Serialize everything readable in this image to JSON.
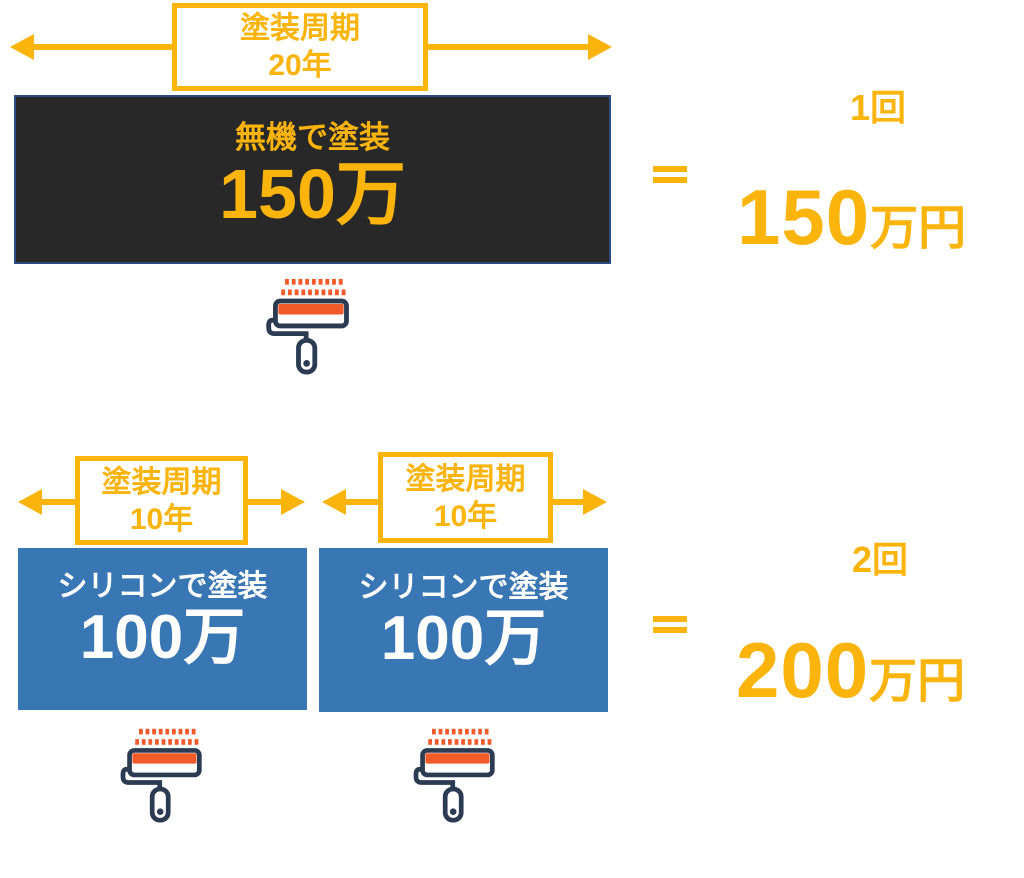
{
  "colors": {
    "gold": "#fbb40c",
    "dark_box_bg": "#282828",
    "dark_box_border": "#2e4c7e",
    "blue_box_bg": "#3876b4",
    "roller_orange": "#f15a29",
    "roller_outline": "#2b3b52"
  },
  "top_section": {
    "cycle_label": {
      "line1": "塗装周期",
      "line2": "20年"
    },
    "paint_box": {
      "label": "無機で塗装",
      "price": "150万"
    },
    "equals": "=",
    "count": "1回",
    "total_amount": "150",
    "total_unit": "万円"
  },
  "bottom_section": {
    "cycle_label_1": {
      "line1": "塗装周期",
      "line2": "10年"
    },
    "cycle_label_2": {
      "line1": "塗装周期",
      "line2": "10年"
    },
    "paint_box_1": {
      "label": "シリコンで塗装",
      "price": "100万"
    },
    "paint_box_2": {
      "label": "シリコンで塗装",
      "price": "100万"
    },
    "equals": "=",
    "count": "2回",
    "total_amount": "200",
    "total_unit": "万円"
  },
  "icons": {
    "paint_roller": "paint-roller-icon"
  }
}
